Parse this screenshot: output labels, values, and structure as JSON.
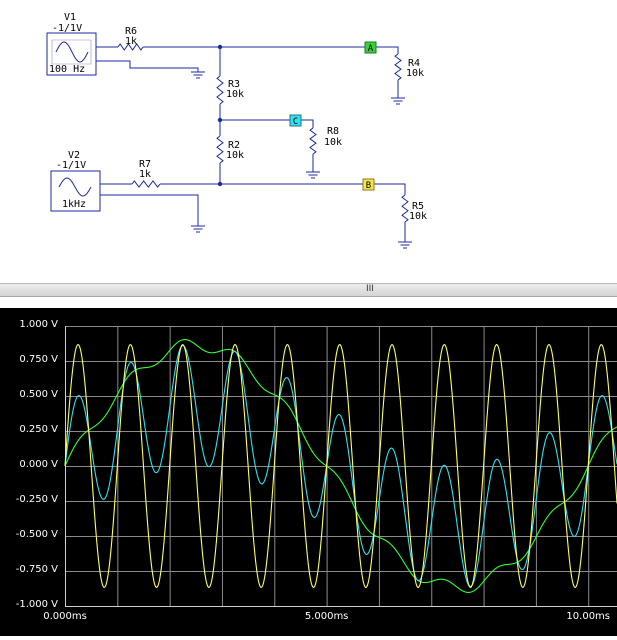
{
  "schematic": {
    "sources": [
      {
        "name": "V1",
        "amplitude": "-1/1V",
        "frequency": "100 Hz"
      },
      {
        "name": "V2",
        "amplitude": "-1/1V",
        "frequency": "1kHz"
      }
    ],
    "resistors": [
      {
        "name": "R6",
        "value": "1k"
      },
      {
        "name": "R7",
        "value": "1k"
      },
      {
        "name": "R3",
        "value": "10k"
      },
      {
        "name": "R2",
        "value": "10k"
      },
      {
        "name": "R4",
        "value": "10k"
      },
      {
        "name": "R8",
        "value": "10k"
      },
      {
        "name": "R5",
        "value": "10k"
      }
    ],
    "probes": [
      {
        "label": "A",
        "color": "#3ccf3c"
      },
      {
        "label": "C",
        "color": "#33e0f0"
      },
      {
        "label": "B",
        "color": "#f2e84a"
      }
    ],
    "wire_color": "#1c2a9c"
  },
  "splitter": {
    "grip": "III"
  },
  "chart_data": {
    "type": "line",
    "background": "#000000",
    "grid": true,
    "xlim_ms": [
      0,
      10.55
    ],
    "ylim": [
      -1.0,
      1.0
    ],
    "ytick_labels": [
      "1.000 V",
      "0.750 V",
      "0.500 V",
      "0.250 V",
      "0.000 V",
      "-0.250 V",
      "-0.500 V",
      "-0.750 V",
      "-1.000 V"
    ],
    "ytick_values": [
      1.0,
      0.75,
      0.5,
      0.25,
      0.0,
      -0.25,
      -0.5,
      -0.75,
      -1.0
    ],
    "xtick_labels": [
      "0.000ms",
      "5.000ms",
      "10.00ms"
    ],
    "xtick_values": [
      0,
      5,
      10
    ],
    "series": [
      {
        "probe": "B",
        "color": "#ffff66",
        "amplitude": 0.867,
        "frequency_khz": 1.0,
        "waveform": "sine"
      },
      {
        "probe": "A",
        "color": "#33ff33",
        "amplitude": 0.867,
        "frequency_khz": 0.1,
        "waveform": "sine",
        "ripple": 0.045,
        "ripple_frequency_khz": 1.0
      },
      {
        "probe": "C",
        "color": "#33e0f0",
        "components": [
          {
            "amplitude": 0.433,
            "frequency_khz": 0.1
          },
          {
            "amplitude": 0.433,
            "frequency_khz": 1.0
          }
        ]
      }
    ]
  }
}
